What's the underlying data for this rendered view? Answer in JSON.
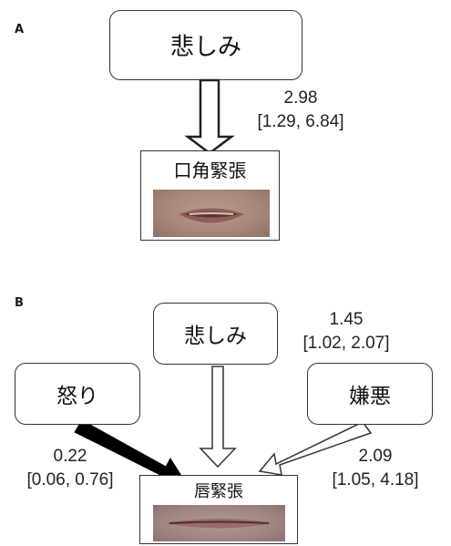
{
  "panel_a": {
    "label": "A",
    "source": "悲しみ",
    "target": "口角緊張",
    "estimate": "2.98",
    "ci": "[1.29, 6.84]"
  },
  "panel_b": {
    "label": "B",
    "target": "唇緊張",
    "edges": [
      {
        "source": "悲しみ",
        "estimate": "1.45",
        "ci": "[1.02, 2.07]"
      },
      {
        "source": "怒り",
        "estimate": "0.22",
        "ci": "[0.06, 0.76]"
      },
      {
        "source": "嫌悪",
        "estimate": "2.09",
        "ci": "[1.05, 4.18]"
      }
    ]
  }
}
